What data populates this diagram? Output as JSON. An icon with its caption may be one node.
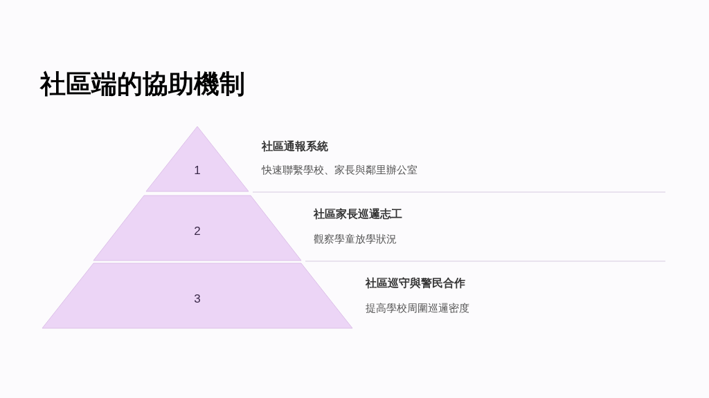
{
  "diagram": {
    "title": "社區端的協助機制",
    "nodes": [
      {
        "text": [
          "1"
        ],
        "beside": [
          "社區通報系統",
          "快速聯繫學校、家長與鄰里辦公室"
        ]
      },
      {
        "text": [
          "2"
        ],
        "beside": [
          "社區家長巡邏志工",
          "觀察學童放學狀況"
        ]
      },
      {
        "text": [
          "3"
        ],
        "beside": [
          "社區巡守與警民合作",
          "提高學校周圍巡邏密度"
        ]
      }
    ]
  }
}
